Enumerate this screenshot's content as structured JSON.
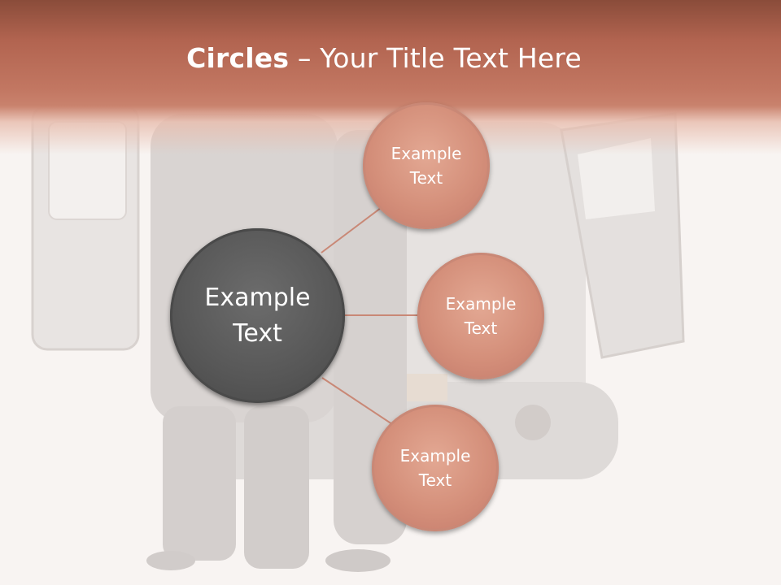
{
  "slide": {
    "title_bold": "Circles",
    "title_rest": " – Your Title Text Here",
    "center_circle": {
      "label": "Example\nText"
    },
    "outer_circles": [
      {
        "label": "Example\nText"
      },
      {
        "label": "Example\nText"
      },
      {
        "label": "Example\nText"
      }
    ]
  },
  "colors": {
    "header": "#b26450",
    "center_circle": "#575757",
    "outer_circle": "#d48f7a",
    "connector": "#c98876"
  }
}
